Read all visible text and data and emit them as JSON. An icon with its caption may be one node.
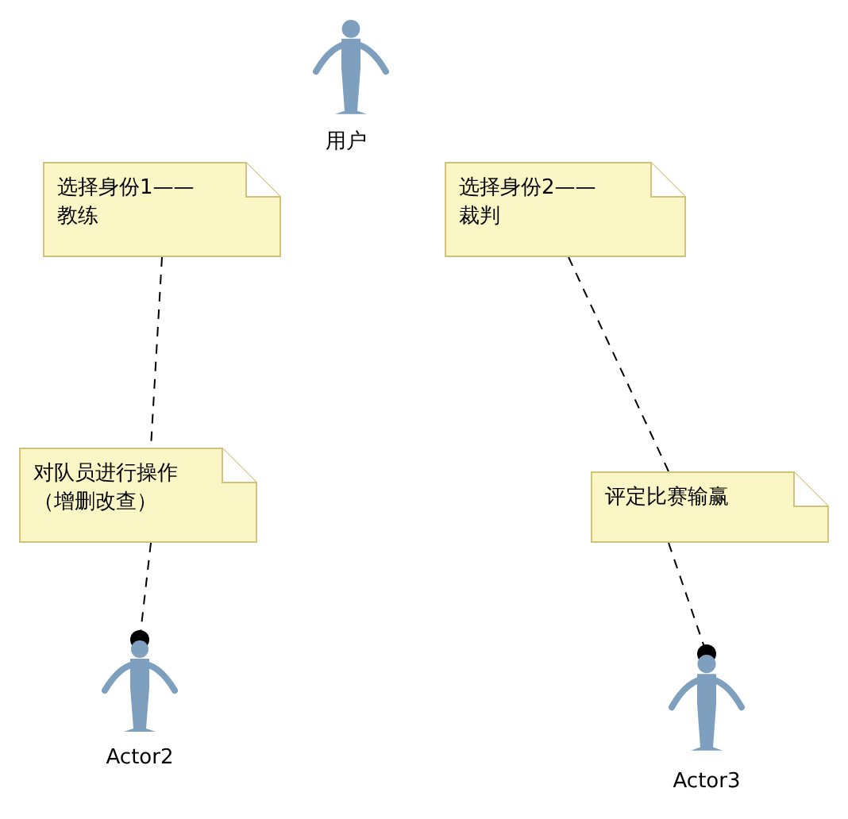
{
  "diagram": {
    "nodes": [
      {
        "text": [],
        "shape": "person",
        "beside": [
          "用户"
        ]
      },
      {
        "text": [
          "选择身份1——教练"
        ]
      },
      {
        "text": [
          "选择身份2——裁判"
        ]
      },
      {
        "text": [
          "对队员进行操作（增删改查）"
        ]
      },
      {
        "text": [
          "评定比赛输赢"
        ]
      },
      {
        "text": [],
        "shape": "person",
        "beside": [
          "Actor2"
        ]
      },
      {
        "text": [],
        "shape": "person",
        "beside": [
          "Actor3"
        ]
      }
    ],
    "edges": [
      {
        "from": 1,
        "to": 3,
        "arrow": "none",
        "style": "dashed"
      },
      {
        "from": 3,
        "to": 5,
        "arrow": "other",
        "style": "dashed"
      },
      {
        "from": 2,
        "to": 4,
        "arrow": "none",
        "style": "dashed"
      },
      {
        "from": 4,
        "to": 6,
        "arrow": "other",
        "style": "dashed"
      }
    ]
  }
}
